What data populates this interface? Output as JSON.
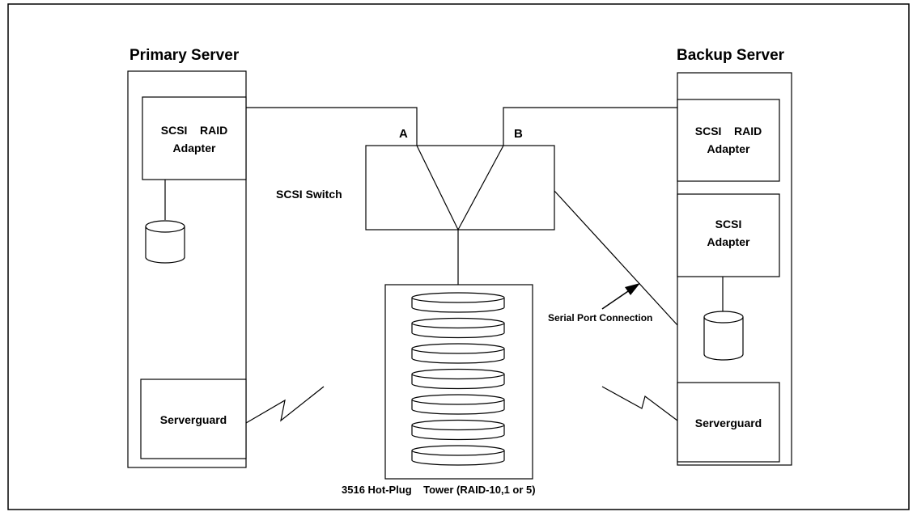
{
  "primary_server": {
    "title": "Primary Server",
    "raid_adapter": {
      "line1": "SCSI    RAID",
      "line2": "Adapter"
    },
    "serverguard": "Serverguard"
  },
  "backup_server": {
    "title": "Backup Server",
    "raid_adapter": {
      "line1": "SCSI    RAID",
      "line2": "Adapter"
    },
    "scsi_adapter": {
      "line1": "SCSI",
      "line2": "Adapter"
    },
    "serverguard": "Serverguard"
  },
  "switch": {
    "label": "SCSI Switch",
    "port_a": "A",
    "port_b": "B"
  },
  "serial_port_label": "Serial Port Connection",
  "tower_caption": "3516 Hot-Plug    Tower (RAID-10,1 or 5)",
  "colors": {
    "stroke": "#000000",
    "background": "#ffffff"
  }
}
